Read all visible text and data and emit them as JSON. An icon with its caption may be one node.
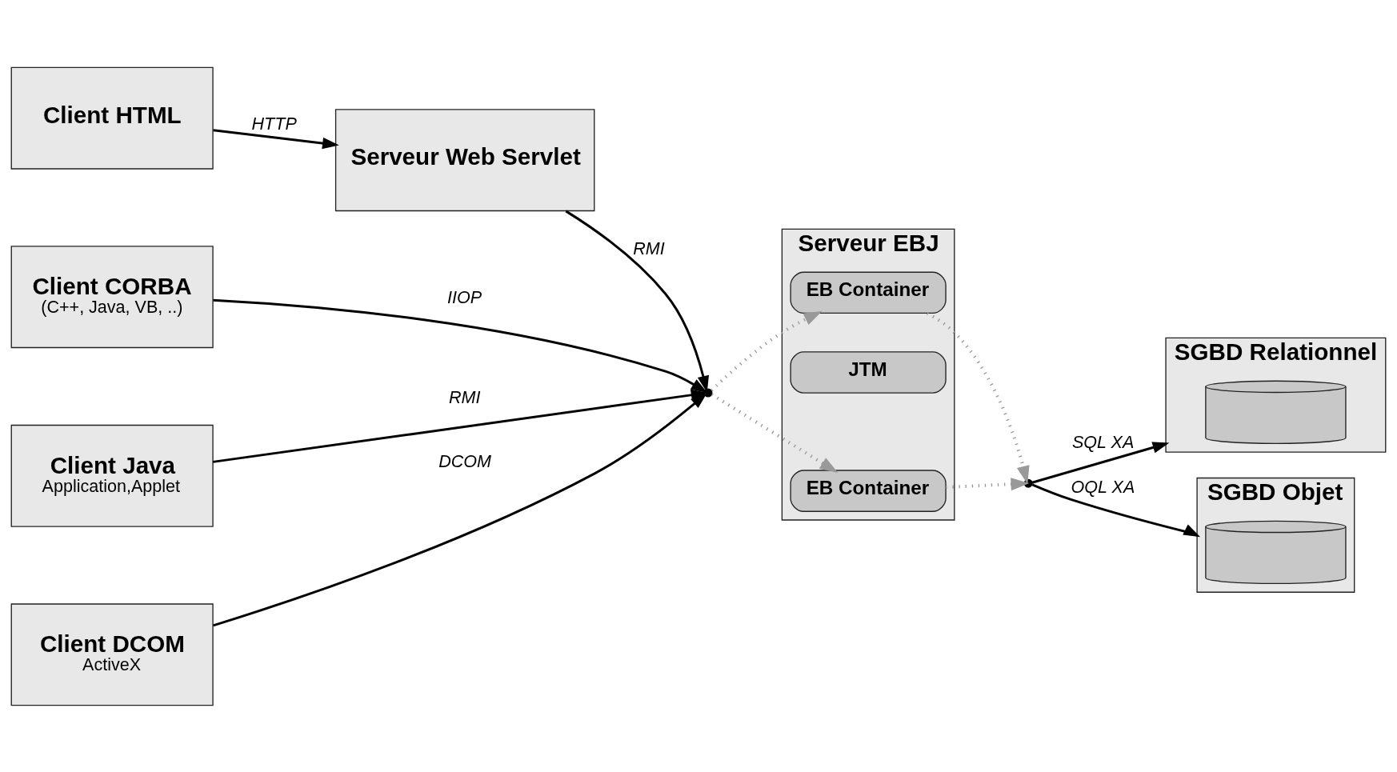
{
  "diagram": {
    "nodes": [
      {
        "text": [
          "Client HTML"
        ]
      },
      {
        "text": [
          "Serveur Web Servlet"
        ]
      },
      {
        "text": [
          "Client CORBA",
          "(C++, Java, VB, ..)"
        ]
      },
      {
        "text": [
          "Client Java",
          "Application,Applet"
        ]
      },
      {
        "text": [
          "Client DCOM",
          "ActiveX"
        ]
      },
      {
        "text": [
          "Serveur EBJ"
        ]
      },
      {
        "text": [
          "EB Container"
        ],
        "in": 5
      },
      {
        "text": [
          "EB Container"
        ],
        "in": 5
      },
      {
        "text": [
          "JTM"
        ],
        "in": 5
      },
      {
        "text": [
          "SGBD Relationnel"
        ]
      },
      {
        "text": [],
        "shape": "cylinder",
        "in": 9
      },
      {
        "text": [
          "SGBD Objet"
        ]
      },
      {
        "text": [],
        "shape": "cylinder",
        "in": 11
      },
      {
        "text": [],
        "shape": "point"
      },
      {
        "text": [],
        "shape": "point"
      }
    ],
    "edges": [
      {
        "from": 0,
        "to": 1,
        "arrow": "to",
        "label": "HTTP"
      },
      {
        "from": 1,
        "to": 13,
        "arrow": "to",
        "label": "RMI"
      },
      {
        "from": 2,
        "to": 13,
        "arrow": "to",
        "label": "IIOP"
      },
      {
        "from": 3,
        "to": 13,
        "arrow": "to",
        "label": "RMI"
      },
      {
        "from": 4,
        "to": 13,
        "arrow": "to",
        "label": "DCOM"
      },
      {
        "from": 13,
        "to": 6,
        "arrow": "to",
        "style": "dashed",
        "color": "#999999"
      },
      {
        "from": 13,
        "to": 7,
        "arrow": "to",
        "style": "dashed",
        "color": "#999999"
      },
      {
        "from": 6,
        "to": 14,
        "arrow": "to",
        "style": "dashed",
        "color": "#999999"
      },
      {
        "from": 7,
        "to": 14,
        "arrow": "to",
        "style": "dashed",
        "color": "#999999"
      },
      {
        "from": 14,
        "to": 9,
        "arrow": "to",
        "label": "SQL XA"
      },
      {
        "from": 14,
        "to": 11,
        "arrow": "to",
        "label": "OQL XA"
      }
    ]
  }
}
